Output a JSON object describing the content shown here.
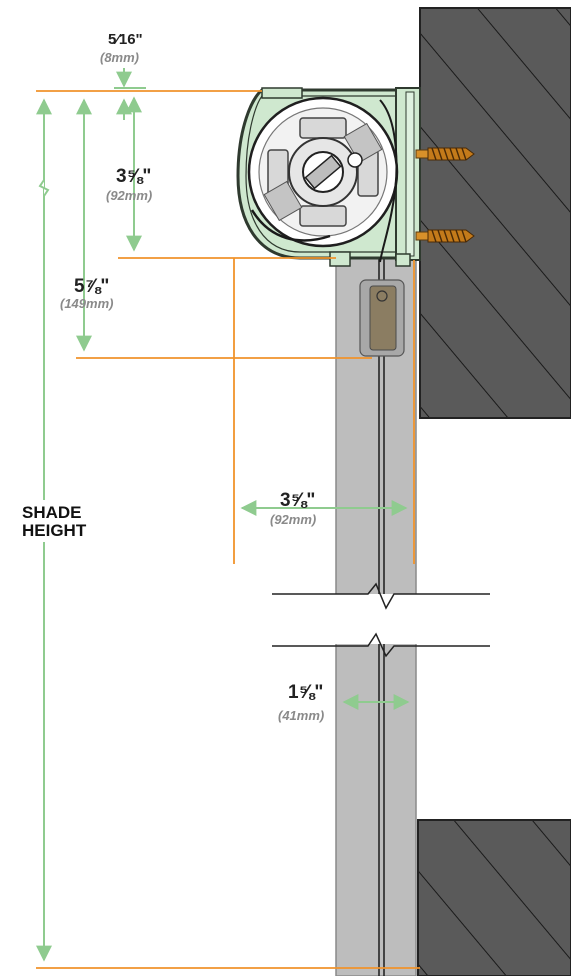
{
  "colors": {
    "orange": "#f0932b",
    "green_arrow": "#8fcb8f",
    "shade_fill": "#b7b7b7",
    "shade_stroke": "#8a8a8a",
    "wall_fill": "#5a5a5a",
    "cassette_fill": "#cfe8cf",
    "cassette_stroke": "#2f3a2f",
    "screw": "#d8902a"
  },
  "dimensions": {
    "top_gap": {
      "main": "5⁄16\"",
      "metric": "(8mm)"
    },
    "roll_height": {
      "main": "3⅝\"",
      "metric": "(92mm)"
    },
    "overall_height": {
      "main": "5⅞\"",
      "metric": "(149mm)"
    },
    "projection": {
      "main": "3⅝\"",
      "metric": "(92mm)"
    },
    "fabric_gap": {
      "main": "1⅝\"",
      "metric": "(41mm)"
    }
  },
  "shade_height_label": [
    "SHADE",
    "HEIGHT"
  ]
}
